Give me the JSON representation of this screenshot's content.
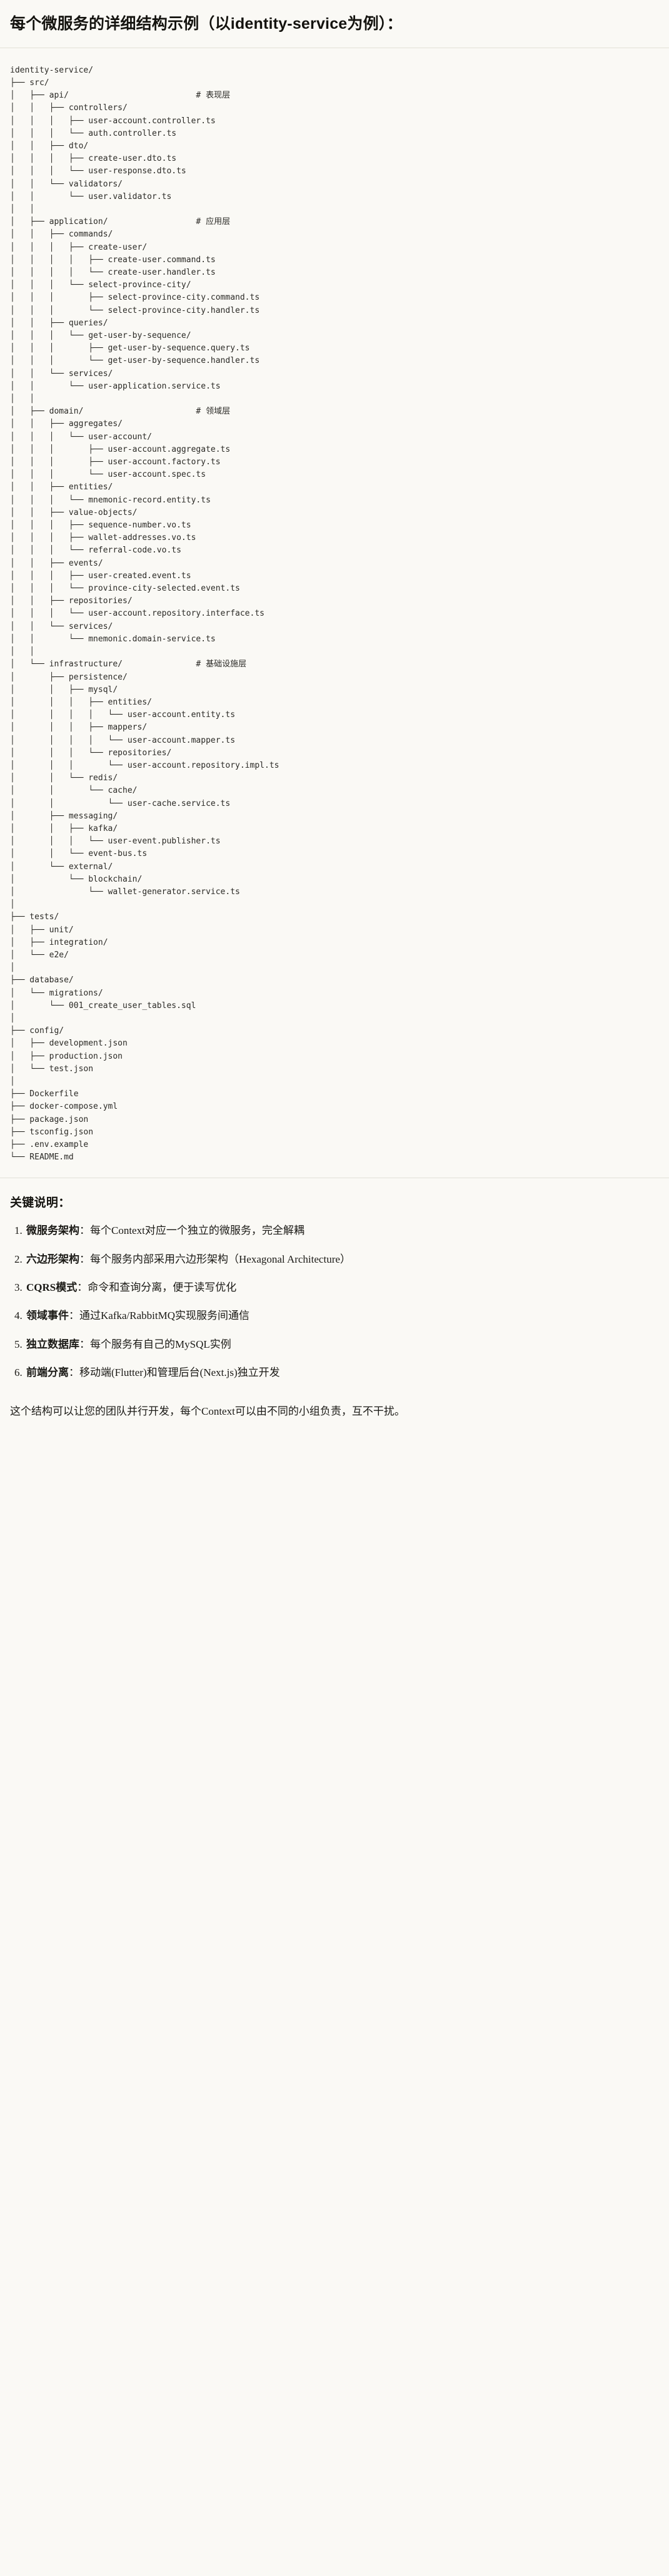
{
  "heading": "每个微服务的详细结构示例（以identity-service为例）：",
  "code_block": {
    "language": "text",
    "tree_text": "identity-service/\n├── src/\n│   ├── api/                          # 表现层\n│   │   ├── controllers/\n│   │   │   ├── user-account.controller.ts\n│   │   │   └── auth.controller.ts\n│   │   ├── dto/\n│   │   │   ├── create-user.dto.ts\n│   │   │   └── user-response.dto.ts\n│   │   └── validators/\n│   │       └── user.validator.ts\n│   │\n│   ├── application/                  # 应用层\n│   │   ├── commands/\n│   │   │   ├── create-user/\n│   │   │   │   ├── create-user.command.ts\n│   │   │   │   └── create-user.handler.ts\n│   │   │   └── select-province-city/\n│   │   │       ├── select-province-city.command.ts\n│   │   │       └── select-province-city.handler.ts\n│   │   ├── queries/\n│   │   │   └── get-user-by-sequence/\n│   │   │       ├── get-user-by-sequence.query.ts\n│   │   │       └── get-user-by-sequence.handler.ts\n│   │   └── services/\n│   │       └── user-application.service.ts\n│   │\n│   ├── domain/                       # 领域层\n│   │   ├── aggregates/\n│   │   │   └── user-account/\n│   │   │       ├── user-account.aggregate.ts\n│   │   │       ├── user-account.factory.ts\n│   │   │       └── user-account.spec.ts\n│   │   ├── entities/\n│   │   │   └── mnemonic-record.entity.ts\n│   │   ├── value-objects/\n│   │   │   ├── sequence-number.vo.ts\n│   │   │   ├── wallet-addresses.vo.ts\n│   │   │   └── referral-code.vo.ts\n│   │   ├── events/\n│   │   │   ├── user-created.event.ts\n│   │   │   └── province-city-selected.event.ts\n│   │   ├── repositories/\n│   │   │   └── user-account.repository.interface.ts\n│   │   └── services/\n│   │       └── mnemonic.domain-service.ts\n│   │\n│   └── infrastructure/               # 基础设施层\n│       ├── persistence/\n│       │   ├── mysql/\n│       │   │   ├── entities/\n│       │   │   │   └── user-account.entity.ts\n│       │   │   ├── mappers/\n│       │   │   │   └── user-account.mapper.ts\n│       │   │   └── repositories/\n│       │   │       └── user-account.repository.impl.ts\n│       │   └── redis/\n│       │       └── cache/\n│       │           └── user-cache.service.ts\n│       ├── messaging/\n│       │   ├── kafka/\n│       │   │   └── user-event.publisher.ts\n│       │   └── event-bus.ts\n│       └── external/\n│           └── blockchain/\n│               └── wallet-generator.service.ts\n│\n├── tests/\n│   ├── unit/\n│   ├── integration/\n│   └── e2e/\n│\n├── database/\n│   └── migrations/\n│       └── 001_create_user_tables.sql\n│\n├── config/\n│   ├── development.json\n│   ├── production.json\n│   └── test.json\n│\n├── Dockerfile\n├── docker-compose.yml\n├── package.json\n├── tsconfig.json\n├── .env.example\n└── README.md",
    "layer_comments": [
      {
        "path": "api/",
        "comment": "# 表现层"
      },
      {
        "path": "application/",
        "comment": "# 应用层"
      },
      {
        "path": "domain/",
        "comment": "# 领域层"
      },
      {
        "path": "infrastructure/",
        "comment": "# 基础设施层"
      }
    ]
  },
  "notes": {
    "title": "关键说明：",
    "items": [
      {
        "term": "微服务架构",
        "sep": "：",
        "desc": "每个Context对应一个独立的微服务，完全解耦"
      },
      {
        "term": "六边形架构",
        "sep": "：",
        "desc": "每个服务内部采用六边形架构（Hexagonal Architecture）"
      },
      {
        "term": "CQRS模式",
        "sep": "：",
        "desc": "命令和查询分离，便于读写优化"
      },
      {
        "term": "领域事件",
        "sep": "：",
        "desc": "通过Kafka/RabbitMQ实现服务间通信"
      },
      {
        "term": "独立数据库",
        "sep": "：",
        "desc": "每个服务有自己的MySQL实例"
      },
      {
        "term": "前端分离",
        "sep": "：",
        "desc": "移动端(Flutter)和管理后台(Next.js)独立开发"
      }
    ],
    "closing": "这个结构可以让您的团队并行开发，每个Context可以由不同的小组负责，互不干扰。"
  }
}
